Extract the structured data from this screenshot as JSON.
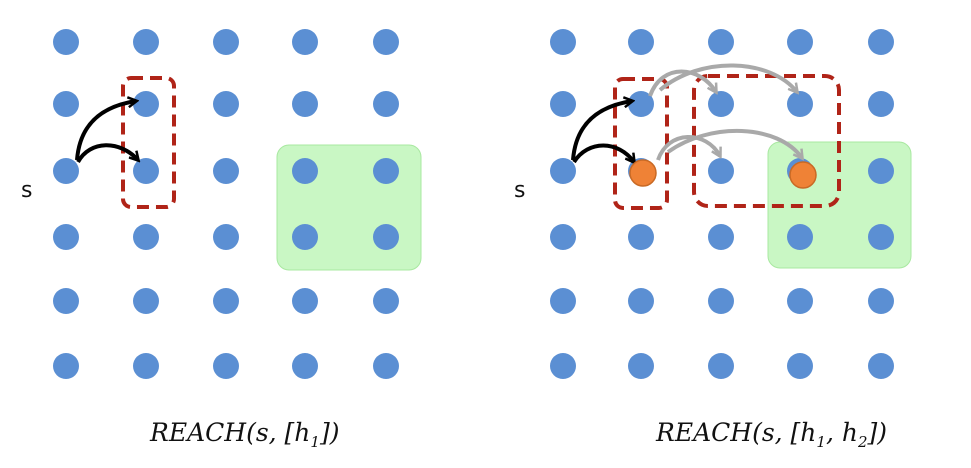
{
  "panels": [
    {
      "source_label": "s",
      "caption": {
        "func": "REACH",
        "args_open": "(s, [",
        "h1": "h",
        "h1_sub": "1",
        "args_close": "])"
      }
    },
    {
      "source_label": "s",
      "caption": {
        "func": "REACH",
        "args_open": "(s, [",
        "h1": "h",
        "h1_sub": "1",
        "sep": ", ",
        "h2": "h",
        "h2_sub": "2",
        "args_close": "])"
      }
    }
  ],
  "colors": {
    "node": "#5b8fd3",
    "reached_node": "#ef8236",
    "dashed_box": "#b02418",
    "goal_region": "#c9f7c4",
    "black_arrow": "#000000",
    "gray_arrow": "#a9a9a9"
  }
}
